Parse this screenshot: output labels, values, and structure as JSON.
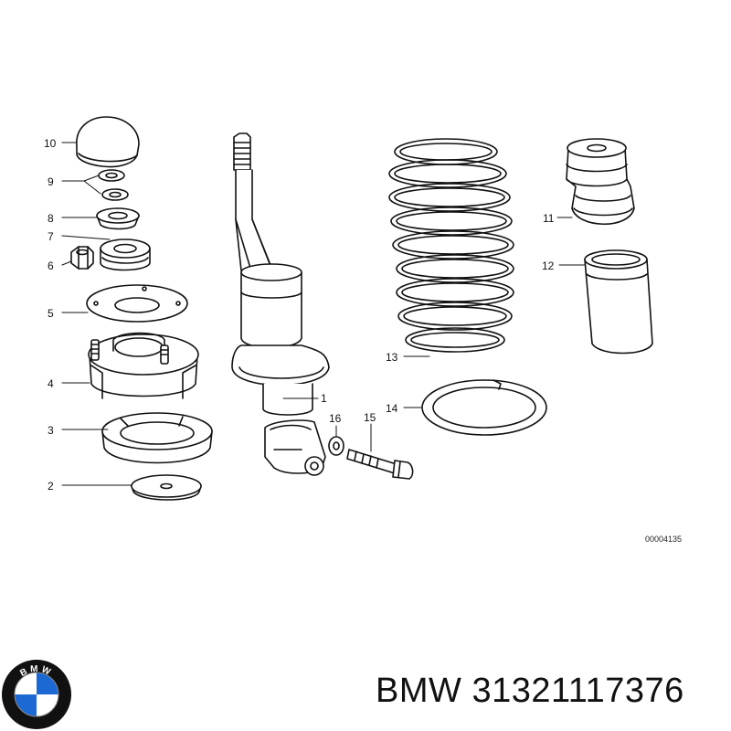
{
  "diagram": {
    "drawing_ref": "00004135",
    "callouts": [
      "10",
      "9",
      "8",
      "7",
      "6",
      "5",
      "4",
      "3",
      "2",
      "1",
      "16",
      "15",
      "13",
      "14",
      "11",
      "12"
    ]
  },
  "footer": {
    "brand": "BMW",
    "part_number": "31321117376",
    "logo_letters": "BMW"
  },
  "colors": {
    "line": "#111111",
    "logo_blue": "#1c69d4",
    "logo_ring": "#111111"
  }
}
